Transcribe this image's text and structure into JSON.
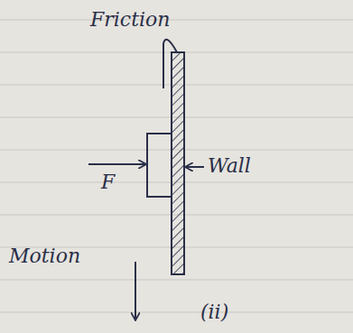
{
  "diagram": {
    "caption": "(ii)",
    "labels": [
      "Friction",
      "F",
      "Wall",
      "Motion"
    ]
  }
}
